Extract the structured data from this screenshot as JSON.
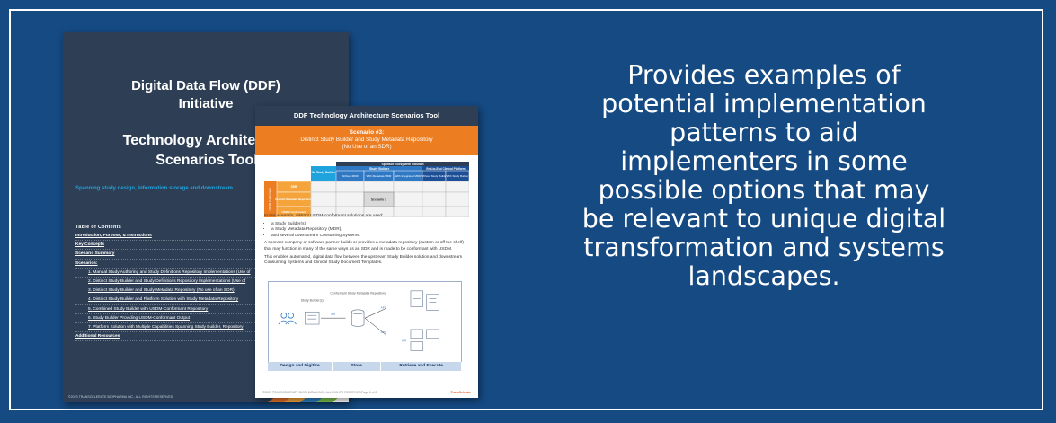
{
  "cover": {
    "title_line1": "Digital Data Flow (DDF)",
    "title_line1b": "Initiative",
    "title_line2": "Technology Architecture\nScenarios Tool",
    "subtitle": "Spanning study design, information storage and downstream",
    "toc_title": "Table of Contents",
    "toc": [
      {
        "text": "Introduction, Purpose, & Instructions",
        "kind": "main"
      },
      {
        "text": "Key Concepts",
        "kind": "main"
      },
      {
        "text": "Scenario Summary",
        "kind": "main"
      },
      {
        "text": "Scenarios:",
        "kind": "main"
      },
      {
        "text": "1. Manual Study Authoring and Study Definitions Repository Implementations (Use of",
        "kind": "sub"
      },
      {
        "text": "2. Distinct Study Builder and Study Definitions Repository Implementations (Use of",
        "kind": "sub"
      },
      {
        "text": "3. Distinct Study Builder and Study Metadata Repository (No use of an SDR)",
        "kind": "sub"
      },
      {
        "text": "4. Distinct Study Builder and Platform Solution with Study Metadata Repository",
        "kind": "sub"
      },
      {
        "text": "5. Combined Study Builder with USDM-Conformant Repository",
        "kind": "sub"
      },
      {
        "text": "6. Study Builder Providing USDM-Conformant Output",
        "kind": "sub"
      },
      {
        "text": "7. Platform Solution with Multiple Capabilities Spanning Study Builder, Repository",
        "kind": "sub"
      },
      {
        "text": "Additional Resources",
        "kind": "main"
      }
    ],
    "copyright": "©2023 TRANSCELERATE BIOPHARMA INC., ALL RIGHTS RESERVED."
  },
  "doc": {
    "header": "DDF Technology Architecture Scenarios Tool",
    "scenario_title": "Scenario #3:",
    "scenario_subtitle_1": "Distinct Study Builder and Study Metadata Repository",
    "scenario_subtitle_2": "(No Use of an SDR)",
    "table": {
      "top": "Sponsor Ecosystem Solution",
      "group1": "Study Builder",
      "group2": "End-to-End Clinical Platform",
      "col_nobuilder": "No Study Builder",
      "col_without": "Without MDR",
      "col_withmdr": "With Metadata MDR",
      "col_withint": "With Integrated MDR",
      "col_without_sb": "Without Study Builder",
      "col_with_sb": "With Study Builder",
      "row1": "SDR",
      "row2": "Distinct Metadata Repository",
      "row3": "USDM Conformant",
      "side": "USDM Conformant",
      "cell": "Scenario 3"
    },
    "intro": "In this scenario, distinct USDM-conformant solutions are used:",
    "bullets": [
      "a Study Builder(s),",
      "a Study Metadata Repository (MDR),",
      "and several downstream Consuming Systems."
    ],
    "para1": "A sponsor company or software partner builds or provides a metadata repository (custom or off the shelf) that may function in many of the same ways as an SDR and is made to be conformant with USDM.",
    "para2": "This enables automated, digital data flow between the upstream Study Builder solution and downstream Consuming Systems and Clinical Study Document Templates.",
    "diagram_labels": {
      "builder": "Study Builder(s)",
      "repo": "Conformant Study Metadata Repository",
      "api1": "API",
      "api2": "API",
      "api3": "API",
      "api4": "API"
    },
    "phases": [
      "Design and Digitize",
      "Store",
      "Retrieve and Execute"
    ],
    "footer_left": "©2023 TRANSCELERATE BIOPHARMA INC., ALL RIGHTS RESERVED.",
    "footer_page": "Page 6 of 8",
    "footer_logo": "TransCelerate"
  },
  "description": "Provides examples of\npotential implementation\npatterns to aid\nimplementers in some\npossible options that may\nbe relevant to unique digital\ntransformation and systems\nlandscapes.",
  "colors": {
    "background": "#154a83",
    "cover": "#2d3e55",
    "orange": "#ec7d21",
    "accent_blue": "#1fa3dd"
  }
}
